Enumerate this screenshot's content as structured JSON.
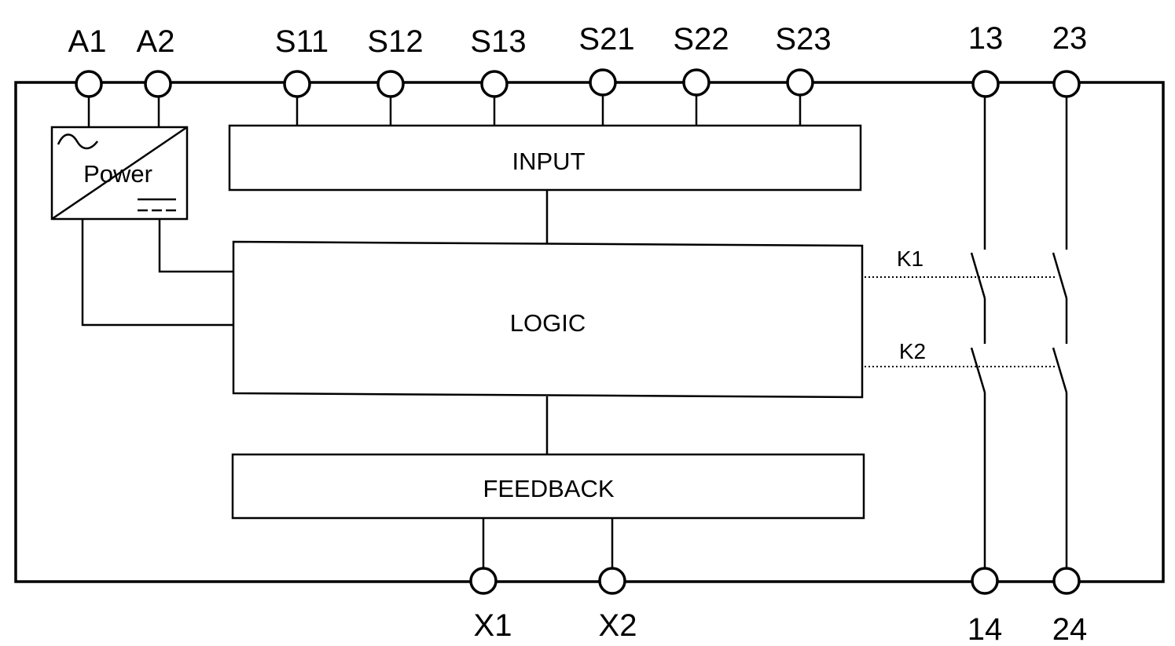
{
  "terminals": {
    "top": [
      "A1",
      "A2",
      "S11",
      "S12",
      "S13",
      "S21",
      "S22",
      "S23",
      "13",
      "23"
    ],
    "bottom": [
      "X1",
      "X2",
      "14",
      "24"
    ]
  },
  "blocks": {
    "power": "Power",
    "input": "INPUT",
    "logic": "LOGIC",
    "feedback": "FEEDBACK"
  },
  "contacts": {
    "k1": "K1",
    "k2": "K2"
  },
  "colors": {
    "stroke": "#000000",
    "background": "#ffffff"
  }
}
